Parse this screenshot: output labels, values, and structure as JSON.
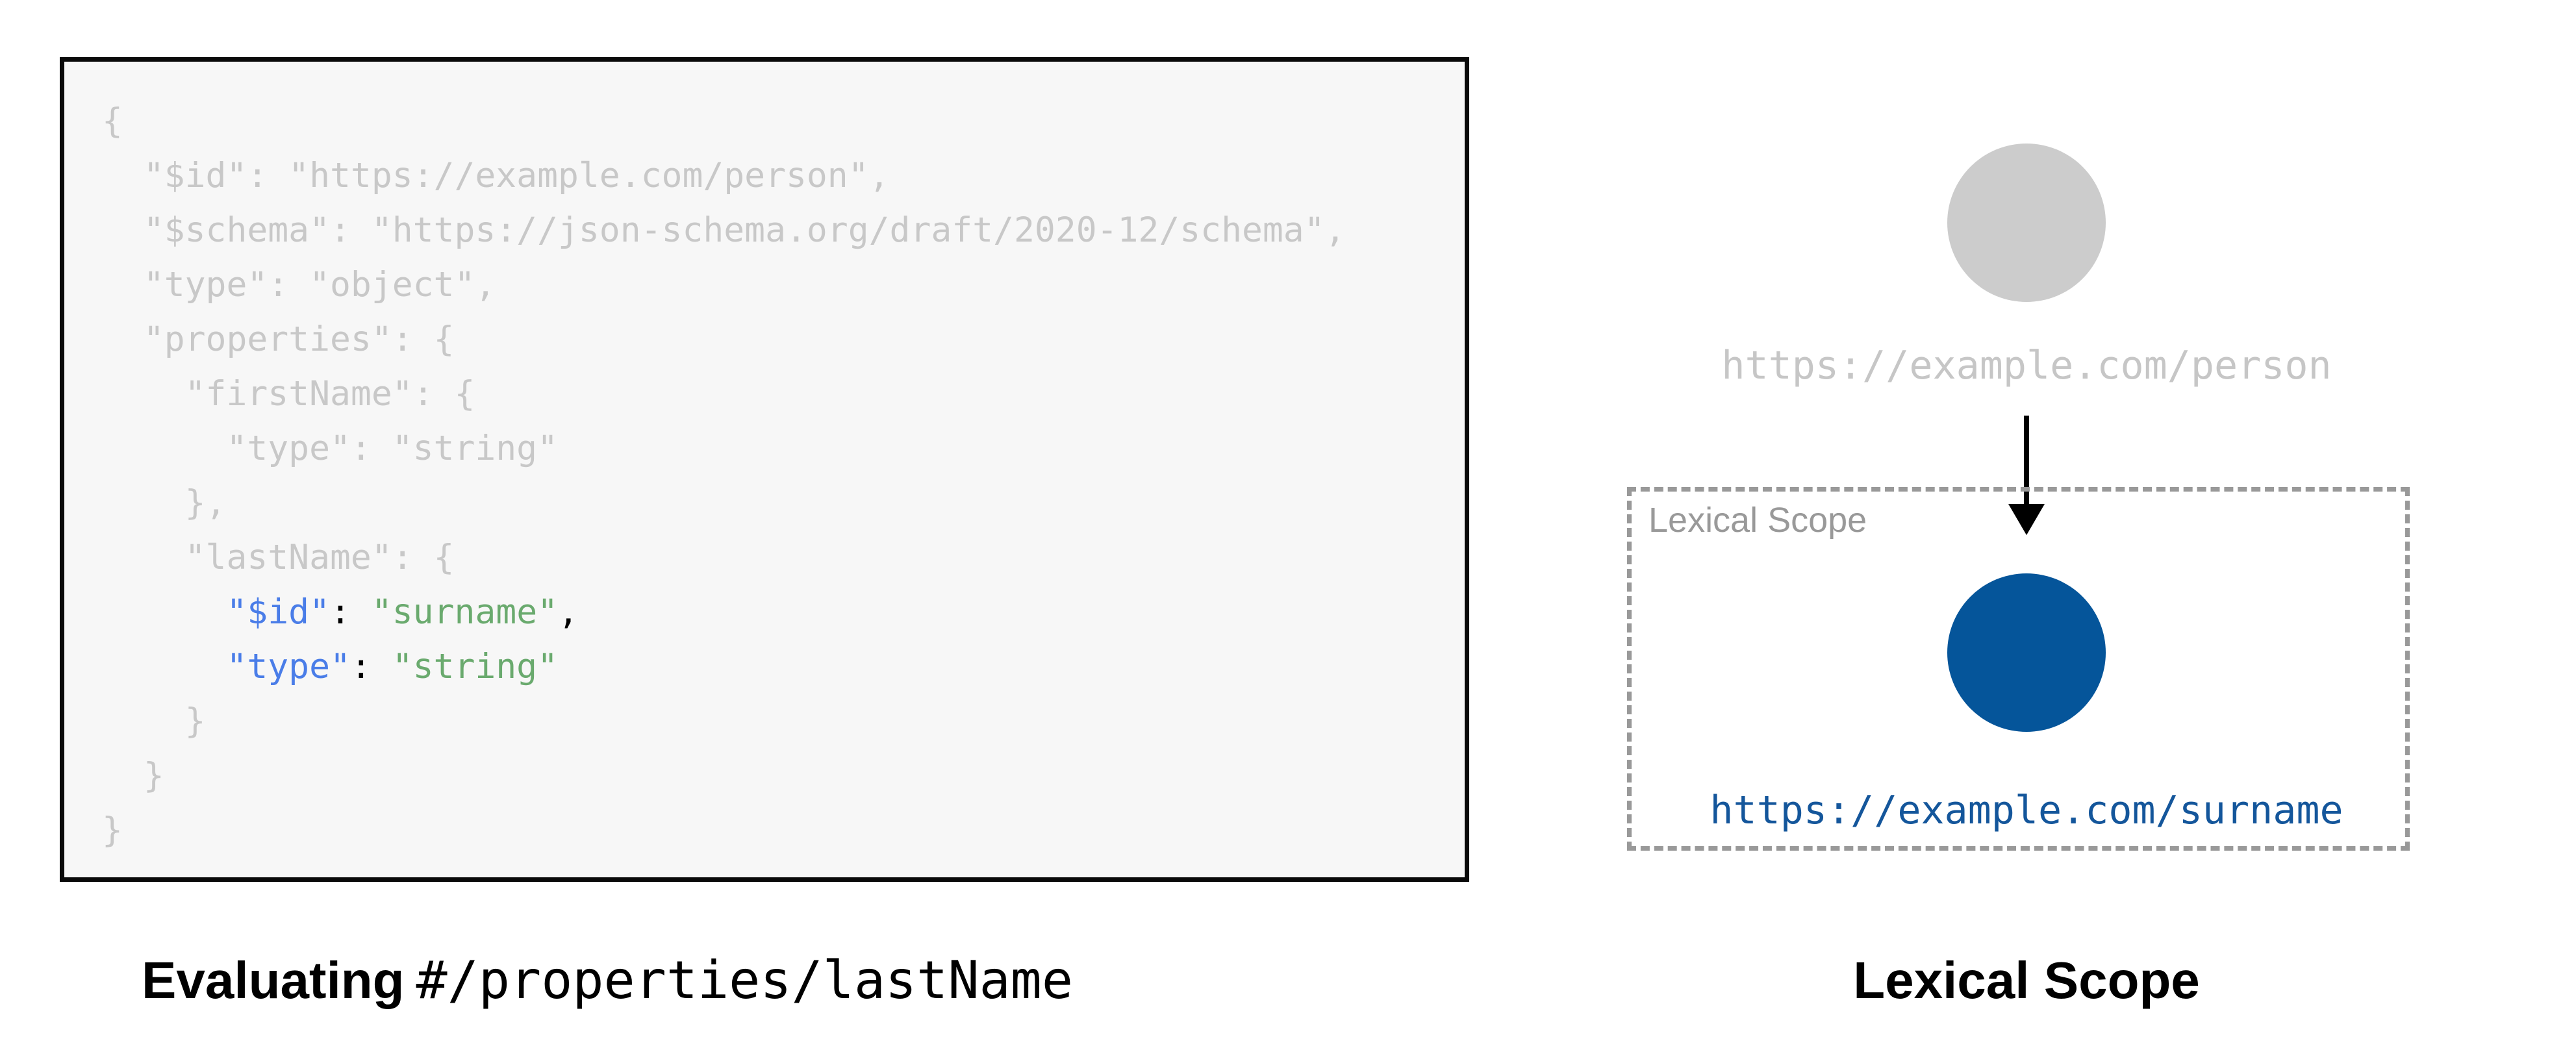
{
  "colors": {
    "code_muted": "#c8c8c8",
    "code_key": "#4a7de8",
    "code_string": "#6aaa6e",
    "code_punct": "#000000",
    "parent_circle": "#cccccc",
    "scope_circle": "#05559a",
    "scope_url": "#14569b",
    "muted_label": "#c6c6c6",
    "scope_label": "#999999",
    "dashed_border": "#999999"
  },
  "code": {
    "lines": [
      [
        [
          "{",
          "m"
        ]
      ],
      [
        [
          "  \"$id\": \"https://example.com/person\",",
          "m"
        ]
      ],
      [
        [
          "  \"$schema\": \"https://json-schema.org/draft/2020-12/schema\",",
          "m"
        ]
      ],
      [
        [
          "  \"type\": \"object\",",
          "m"
        ]
      ],
      [
        [
          "  \"properties\": {",
          "m"
        ]
      ],
      [
        [
          "    \"firstName\": {",
          "m"
        ]
      ],
      [
        [
          "      \"type\": \"string\"",
          "m"
        ]
      ],
      [
        [
          "    },",
          "m"
        ]
      ],
      [
        [
          "    \"lastName\": {",
          "m"
        ]
      ],
      [
        [
          "      ",
          "m"
        ],
        [
          "\"$id\"",
          "k"
        ],
        [
          ": ",
          "p"
        ],
        [
          "\"surname\"",
          "s"
        ],
        [
          ",",
          "p"
        ]
      ],
      [
        [
          "      ",
          "m"
        ],
        [
          "\"type\"",
          "k"
        ],
        [
          ": ",
          "p"
        ],
        [
          "\"string\"",
          "s"
        ]
      ],
      [
        [
          "    }",
          "m"
        ]
      ],
      [
        [
          "  }",
          "m"
        ]
      ],
      [
        [
          "}",
          "m"
        ]
      ]
    ]
  },
  "left_caption": {
    "bold": "Evaluating",
    "path": "#/properties/lastName"
  },
  "diagram": {
    "parent_uri": "https://example.com/person",
    "scope_box_label": "Lexical Scope",
    "child_uri": "https://example.com/surname",
    "caption": "Lexical Scope"
  }
}
